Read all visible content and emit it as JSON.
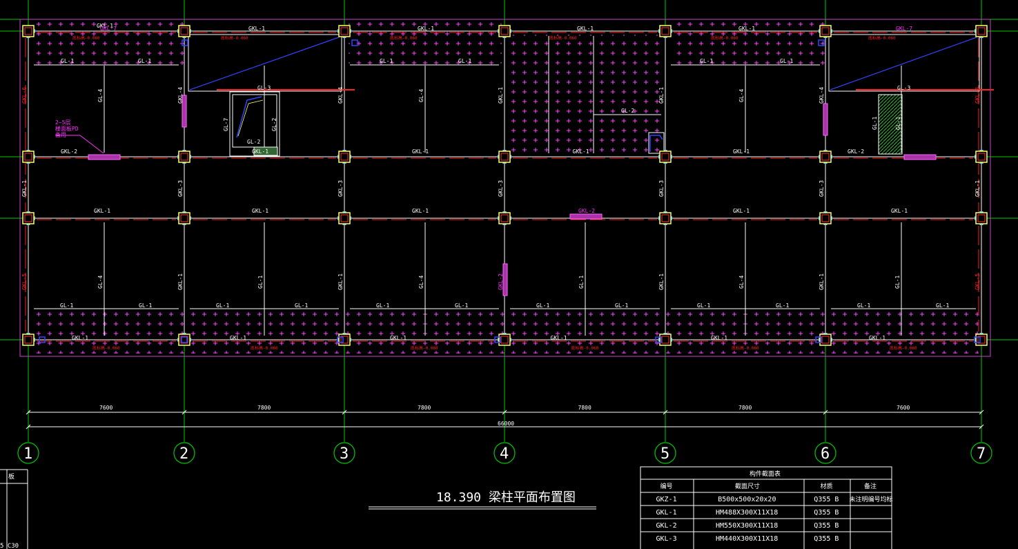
{
  "drawing": {
    "title": "18.390 梁柱平面布置图",
    "colors": {
      "background": "#000000",
      "grid_line": "#00cc00",
      "beam_line": "#ffffff",
      "beam_red": "#ff2222",
      "slab_hatch": "#ff33ff",
      "column": "#ffff66",
      "blue": "#3344ff",
      "cyan": "#66ccff",
      "boundary": "#cc44cc"
    },
    "axes": [
      "1",
      "2",
      "3",
      "4",
      "5",
      "6",
      "7"
    ],
    "spans": [
      "7600",
      "7800",
      "7800",
      "7800",
      "7800",
      "7600"
    ],
    "total_span": "66000",
    "top_beam_labels": [
      "GKL-1",
      "GKL-7",
      "GKL-1",
      "GKL-1",
      "GKL-1",
      "GKL-1",
      "GKL-7"
    ],
    "top_red_note": "底标高-0.060",
    "row2_beam_labels": [
      "GKL-2",
      "GKL-1",
      "GKL-1",
      "GKL-1",
      "GKL-1",
      "GKL-2"
    ],
    "row3_beam_labels": [
      "GKL-1",
      "GKL-1",
      "GKL-1",
      "GKL-2",
      "GKL-1",
      "GKL-1"
    ],
    "bottom_beam_labels": [
      "GKL-1",
      "GKL-1",
      "GKL-1",
      "GKL-1",
      "GKL-1",
      "GKL-1"
    ],
    "col_labels_upper": [
      "GKL-6",
      "GKL-4",
      "GKL-4",
      "GKL-1",
      "GKL-1",
      "GKL-4",
      "GKL-6"
    ],
    "col_labels_mid": [
      "GKL-1",
      "GKL-3",
      "GKL-3",
      "GKL-3",
      "GKL-3",
      "GKL-3",
      "GKL-1"
    ],
    "col_labels_lower": [
      "GKL-5",
      "GKL-1",
      "GKL-1",
      "GKL-2",
      "GKL-1",
      "GKL-1",
      "GKL-5"
    ],
    "gl_label": "GL-1",
    "gl2": "GL-2",
    "gl3": "GL-3",
    "gl4": "GL-4",
    "gl7": "GL-7",
    "note_left": [
      "2~5层",
      "楼面板PD",
      "备用"
    ],
    "left_cut": [
      "板",
      "5 C30"
    ],
    "table": {
      "caption": "构件截面表",
      "headers": [
        "编号",
        "截面尺寸",
        "材质",
        "备注"
      ],
      "rows": [
        [
          "GKZ-1",
          "B500x500x20x20",
          "Q355 B",
          "未注明编号均标"
        ],
        [
          "GKL-1",
          "HM488X300X11X18",
          "Q355 B",
          ""
        ],
        [
          "GKL-2",
          "HM550X300X11X18",
          "Q355 B",
          ""
        ],
        [
          "GKL-3",
          "HM440X300X11X18",
          "Q355 B",
          ""
        ]
      ]
    }
  }
}
